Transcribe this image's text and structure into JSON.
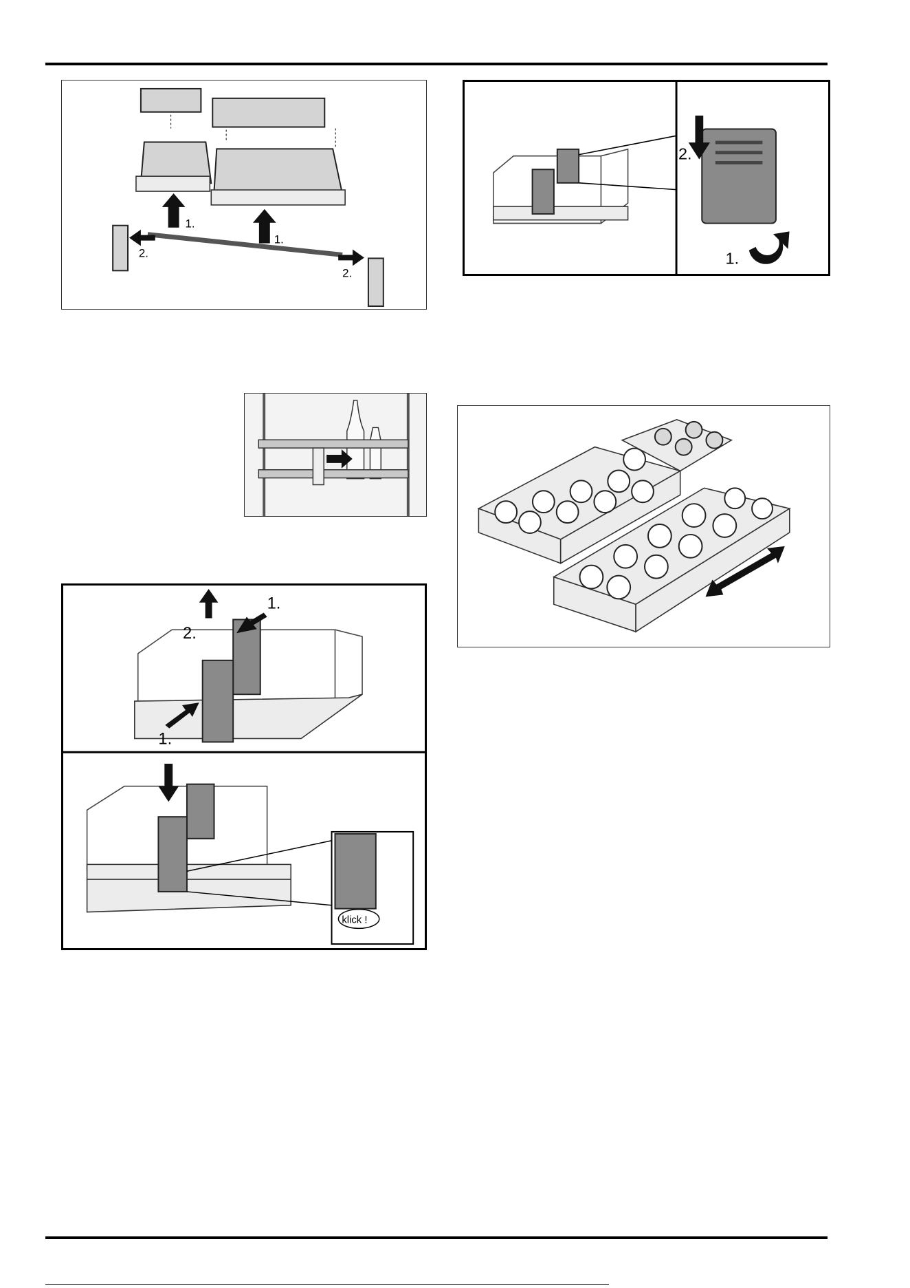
{
  "figures": {
    "shelf_removal": {
      "step1_left": "1.",
      "step1_right": "1.",
      "step2_left": "2.",
      "step2_right": "2."
    },
    "divider_slide": {
      "step1": "1.",
      "step2": "2."
    },
    "bottle_holder": {},
    "drawer_partition": {
      "step1_top": "1.",
      "step1_bottom": "1.",
      "step2": "2.",
      "click_label": "klick !"
    },
    "egg_trays": {}
  }
}
